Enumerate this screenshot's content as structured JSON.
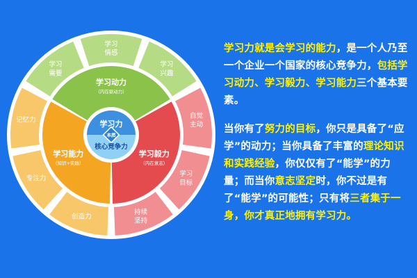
{
  "colors": {
    "background": "#1a73e8",
    "highlight": "#fff200",
    "green": "#8bc34a",
    "orange": "#f4a623",
    "red": "#e34b4f",
    "light_blue": "#5ab4f0",
    "outer_green": "#b5dc84",
    "outer_orange": "#f7c76a",
    "outer_red": "#f08e92"
  },
  "wheel": {
    "center_top": "学习力",
    "center_badge": "本质",
    "center_bottom": "核心竞争力",
    "inner": [
      {
        "title": "学习动力",
        "subtitle": "（内在驱动力）",
        "color": "#8bc34a"
      },
      {
        "title": "学习毅力",
        "subtitle": "（内在意志）",
        "color": "#e34b4f"
      },
      {
        "title": "学习能力",
        "subtitle": "（知识+实践）",
        "color": "#f4a623"
      }
    ],
    "outer": [
      {
        "lines": [
          "学习",
          "情感"
        ],
        "color": "#b5dc84"
      },
      {
        "lines": [
          "学习",
          "兴趣"
        ],
        "color": "#b5dc84"
      },
      {
        "lines": [
          "自觉",
          "主动"
        ],
        "color": "#f08e92"
      },
      {
        "lines": [
          "学习",
          "目标"
        ],
        "color": "#f08e92"
      },
      {
        "lines": [
          "持续",
          "坚持"
        ],
        "color": "#f08e92"
      },
      {
        "lines": [
          "创造力"
        ],
        "color": "#f7c76a"
      },
      {
        "lines": [
          "专注力"
        ],
        "color": "#f7c76a"
      },
      {
        "lines": [
          "记忆力"
        ],
        "color": "#f7c76a"
      },
      {
        "lines": [
          "学习",
          "需要"
        ],
        "color": "#b5dc84"
      }
    ]
  },
  "text": {
    "p1": [
      [
        "学习力就是会学习的能力",
        true
      ],
      [
        "，是一个人乃至一个企业一个国家的核心竞争力，",
        false
      ],
      [
        "包括学习动力、学习毅力、学习能力",
        true
      ],
      [
        "三个基本要素。",
        false
      ]
    ],
    "p2": [
      [
        "当你有了",
        false
      ],
      [
        "努力的目标",
        true
      ],
      [
        "，你只是具备了“应学”的动力；当你具备了丰富的",
        false
      ],
      [
        "理论知识和实践经验",
        true
      ],
      [
        "，你仅仅有了“能学”的力量；而当你",
        false
      ],
      [
        "意志坚定",
        true
      ],
      [
        "时，你不过是有了“能学”的可能性；只有将",
        false
      ],
      [
        "三者集于一身，你才真正地拥有学习力。",
        true
      ]
    ]
  }
}
